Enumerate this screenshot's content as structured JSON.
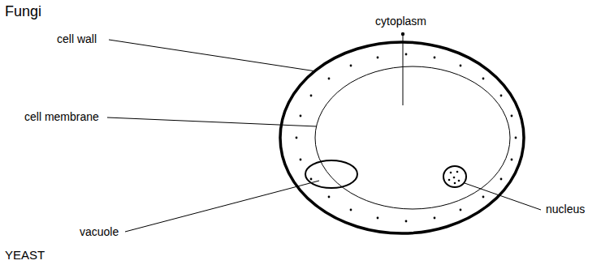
{
  "diagram": {
    "title": "Fungi",
    "caption": "YEAST",
    "labels": [
      "cell wall",
      "cytoplasm",
      "cell membrane",
      "vacuole",
      "nucleus"
    ]
  }
}
